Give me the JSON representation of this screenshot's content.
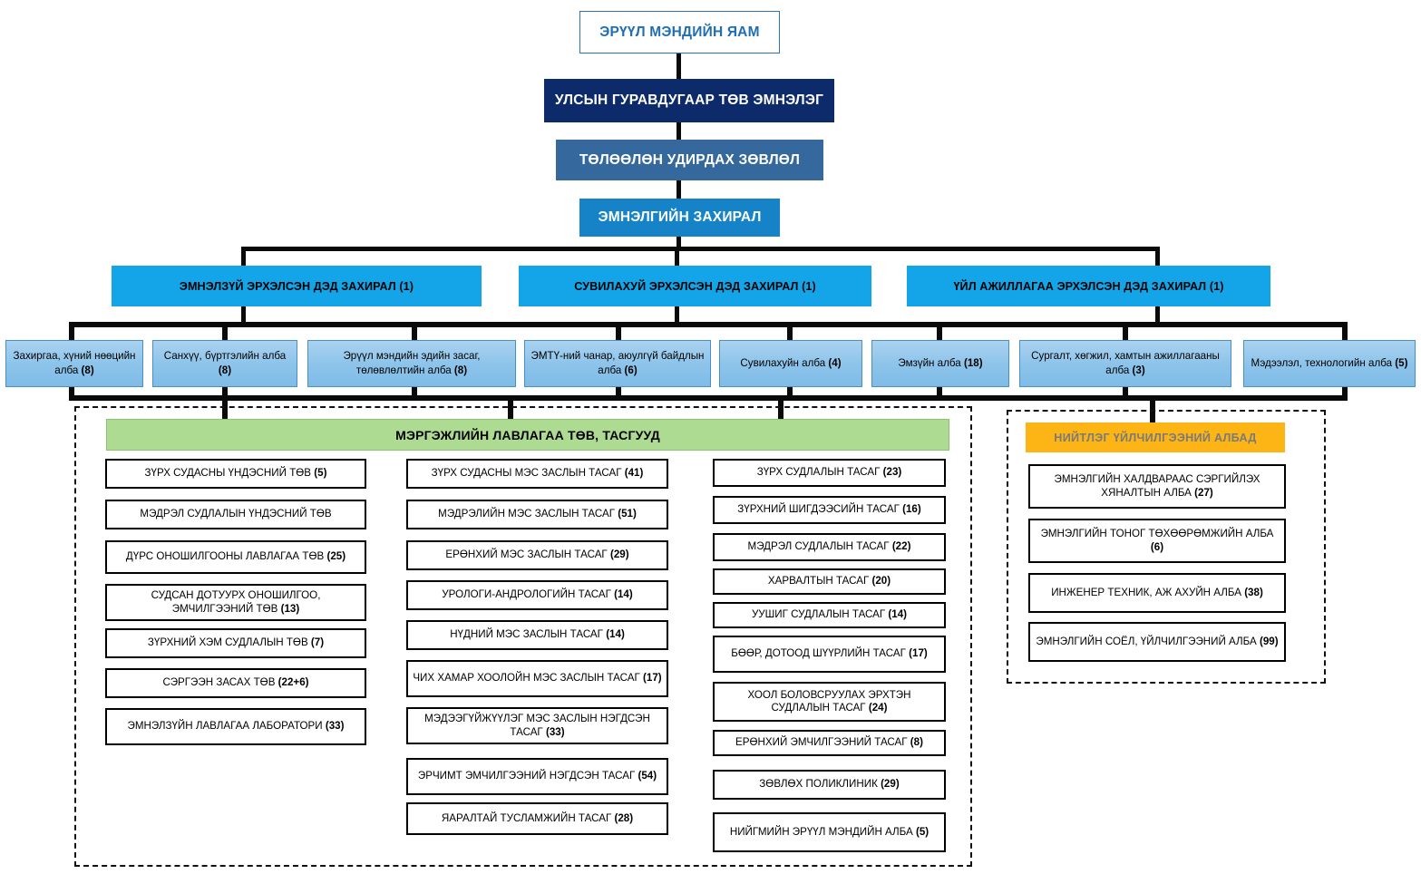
{
  "colors": {
    "ministry_text": "#1f6fb2",
    "ministry_border": "#2e74b5",
    "hospital_bg": "#0d2a6b",
    "board_bg": "#35699e",
    "director_bg": "#1683c8",
    "deputy_bg": "#13a5e8",
    "dept_bg": "#8cc3ea",
    "green_header_bg": "#aedb92",
    "orange_header_bg": "#fcb515",
    "connector": "#0a0a0a"
  },
  "top_chain": {
    "ministry": "ЭРҮҮЛ МЭНДИЙН ЯАМ",
    "hospital": "УЛСЫН ГУРАВДУГААР ТӨВ ЭМНЭЛЭГ",
    "board": "ТӨЛӨӨЛӨН УДИРДАХ ЗӨВЛӨЛ",
    "director": "ЭМНЭЛГИЙН ЗАХИРАЛ"
  },
  "deputies": [
    "ЭМНЭЛЗҮЙ ЭРХЭЛСЭН ДЭД ЗАХИРАЛ (1)",
    "СУВИЛАХУЙ ЭРХЭЛСЭН ДЭД ЗАХИРАЛ (1)",
    "ҮЙЛ АЖИЛЛАГАА ЭРХЭЛСЭН ДЭД ЗАХИРАЛ (1)"
  ],
  "departments": [
    {
      "name": "Захиргаа, хүний нөөцийн алба",
      "count": "(8)"
    },
    {
      "name": "Санхүү, бүртгэлийн алба",
      "count": "(8)"
    },
    {
      "name": "Эрүүл мэндийн эдийн засаг, төлөвлөлтийн алба",
      "count": "(8)"
    },
    {
      "name": "ЭМТҮ-ний чанар, аюулгүй байдлын алба",
      "count": "(6)"
    },
    {
      "name": "Сувилахуйн алба",
      "count": "(4)"
    },
    {
      "name": "Эмзүйн алба",
      "count": "(18)"
    },
    {
      "name": "Сургалт, хөгжил, хамтын ажиллагааны алба",
      "count": "(3)"
    },
    {
      "name": "Мэдээлэл, технологийн алба",
      "count": "(5)"
    }
  ],
  "professional_section": {
    "header": "МЭРГЭЖЛИЙН ЛАВЛАГАА ТӨВ, ТАСГУУД",
    "column1": [
      {
        "name": "ЗҮРХ СУДАСНЫ ҮНДЭСНИЙ ТӨВ",
        "count": "(5)"
      },
      {
        "name": "МЭДРЭЛ СУДЛАЛЫН ҮНДЭСНИЙ ТӨВ",
        "count": ""
      },
      {
        "name": "ДҮРС ОНОШИЛГООНЫ ЛАВЛАГАА ТӨВ",
        "count": "(25)"
      },
      {
        "name": "СУДСАН ДОТУУРХ ОНОШИЛГОО, ЭМЧИЛГЭЭНИЙ ТӨВ",
        "count": "(13)"
      },
      {
        "name": "ЗҮРХНИЙ ХЭМ СУДЛАЛЫН ТӨВ",
        "count": "(7)"
      },
      {
        "name": "СЭРГЭЭН ЗАСАХ ТӨВ",
        "count": "(22+6)"
      },
      {
        "name": "ЭМНЭЛЗҮЙН ЛАВЛАГАА ЛАБОРАТОРИ",
        "count": "(33)"
      }
    ],
    "column2": [
      {
        "name": "ЗҮРХ СУДАСНЫ МЭС ЗАСЛЫН ТАСАГ",
        "count": "(41)"
      },
      {
        "name": "МЭДРЭЛИЙН МЭС ЗАСЛЫН ТАСАГ",
        "count": "(51)"
      },
      {
        "name": "ЕРӨНХИЙ МЭС ЗАСЛЫН ТАСАГ",
        "count": "(29)"
      },
      {
        "name": "УРОЛОГИ-АНДРОЛОГИЙН ТАСАГ",
        "count": "(14)"
      },
      {
        "name": "НҮДНИЙ МЭС ЗАСЛЫН ТАСАГ",
        "count": "(14)"
      },
      {
        "name": "ЧИХ ХАМАР ХООЛОЙН МЭС ЗАСЛЫН ТАСАГ",
        "count": "(17)"
      },
      {
        "name": "МЭДЭЭГҮЙЖҮҮЛЭГ МЭС ЗАСЛЫН НЭГДСЭН ТАСАГ",
        "count": "(33)"
      },
      {
        "name": "ЭРЧИМТ ЭМЧИЛГЭЭНИЙ НЭГДСЭН ТАСАГ",
        "count": "(54)"
      },
      {
        "name": "ЯАРАЛТАЙ ТУСЛАМЖИЙН ТАСАГ",
        "count": "(28)"
      }
    ],
    "column3": [
      {
        "name": "ЗҮРХ СУДЛАЛЫН ТАСАГ",
        "count": "(23)"
      },
      {
        "name": "ЗҮРХНИЙ ШИГДЭЭСИЙН ТАСАГ",
        "count": "(16)"
      },
      {
        "name": "МЭДРЭЛ СУДЛАЛЫН ТАСАГ",
        "count": "(22)"
      },
      {
        "name": "ХАРВАЛТЫН ТАСАГ",
        "count": "(20)"
      },
      {
        "name": "УУШИГ СУДЛАЛЫН ТАСАГ",
        "count": "(14)"
      },
      {
        "name": "БӨӨР,  ДОТООД ШҮҮРЛИЙН ТАСАГ",
        "count": "(17)"
      },
      {
        "name": "ХООЛ БОЛОВСРУУЛАХ ЭРХТЭН СУДЛАЛЫН ТАСАГ",
        "count": "(24)"
      },
      {
        "name": "ЕРӨНХИЙ ЭМЧИЛГЭЭНИЙ ТАСАГ",
        "count": "(8)"
      },
      {
        "name": "ЗӨВЛӨХ ПОЛИКЛИНИК",
        "count": "(29)"
      },
      {
        "name": "НИЙГМИЙН ЭРҮҮЛ МЭНДИЙН АЛБА",
        "count": "(5)"
      }
    ]
  },
  "general_services_section": {
    "header": "НИЙТЛЭГ ҮЙЛЧИЛГЭЭНИЙ АЛБАД",
    "items": [
      {
        "name": "ЭМНЭЛГИЙН ХАЛДВАРААС СЭРГИЙЛЭХ ХЯНАЛТЫН АЛБА",
        "count": "(27)"
      },
      {
        "name": "ЭМНЭЛГИЙН ТОНОГ ТӨХӨӨРӨМЖИЙН АЛБА",
        "count": "(6)"
      },
      {
        "name": "ИНЖЕНЕР ТЕХНИК, АЖ АХУЙН АЛБА",
        "count": "(38)"
      },
      {
        "name": "ЭМНЭЛГИЙН СОЁЛ, ҮЙЛЧИЛГЭЭНИЙ АЛБА",
        "count": "(99)"
      }
    ]
  }
}
